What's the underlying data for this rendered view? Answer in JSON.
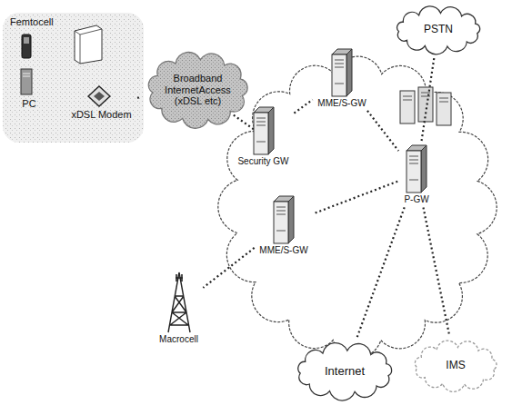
{
  "diagram": {
    "nodes": [
      {
        "text": [
          "Femtocell"
        ]
      },
      {
        "text": [
          "PC"
        ],
        "in": 0
      },
      {
        "text": [
          "xDSL Modem"
        ],
        "in": 0
      },
      {
        "text": [
          "Broadband InternetAccess (xDSL etc)"
        ]
      },
      {
        "text": [
          "Security GW"
        ]
      },
      {
        "text": [
          "MME/S-GW"
        ]
      },
      {
        "text": [
          "P-GW"
        ]
      },
      {
        "text": [
          "MME/S-GW"
        ]
      },
      {
        "text": [
          "Macrocell"
        ]
      },
      {
        "text": [
          "PSTN"
        ]
      },
      {
        "text": [
          "Internet"
        ]
      },
      {
        "text": [
          "IMS"
        ]
      }
    ],
    "edges": [
      {
        "from": 2,
        "to": 3,
        "arrow": "none"
      },
      {
        "from": 3,
        "to": 4,
        "arrow": "none"
      },
      {
        "from": 4,
        "to": 5,
        "arrow": "none"
      },
      {
        "from": 5,
        "to": 6,
        "arrow": "none"
      },
      {
        "from": 6,
        "to": 7,
        "arrow": "none"
      },
      {
        "from": 7,
        "to": 8,
        "arrow": "none"
      },
      {
        "from": 6,
        "to": 9,
        "arrow": "none"
      },
      {
        "from": 6,
        "to": 10,
        "arrow": "none"
      },
      {
        "from": 6,
        "to": 11,
        "arrow": "none"
      }
    ]
  }
}
